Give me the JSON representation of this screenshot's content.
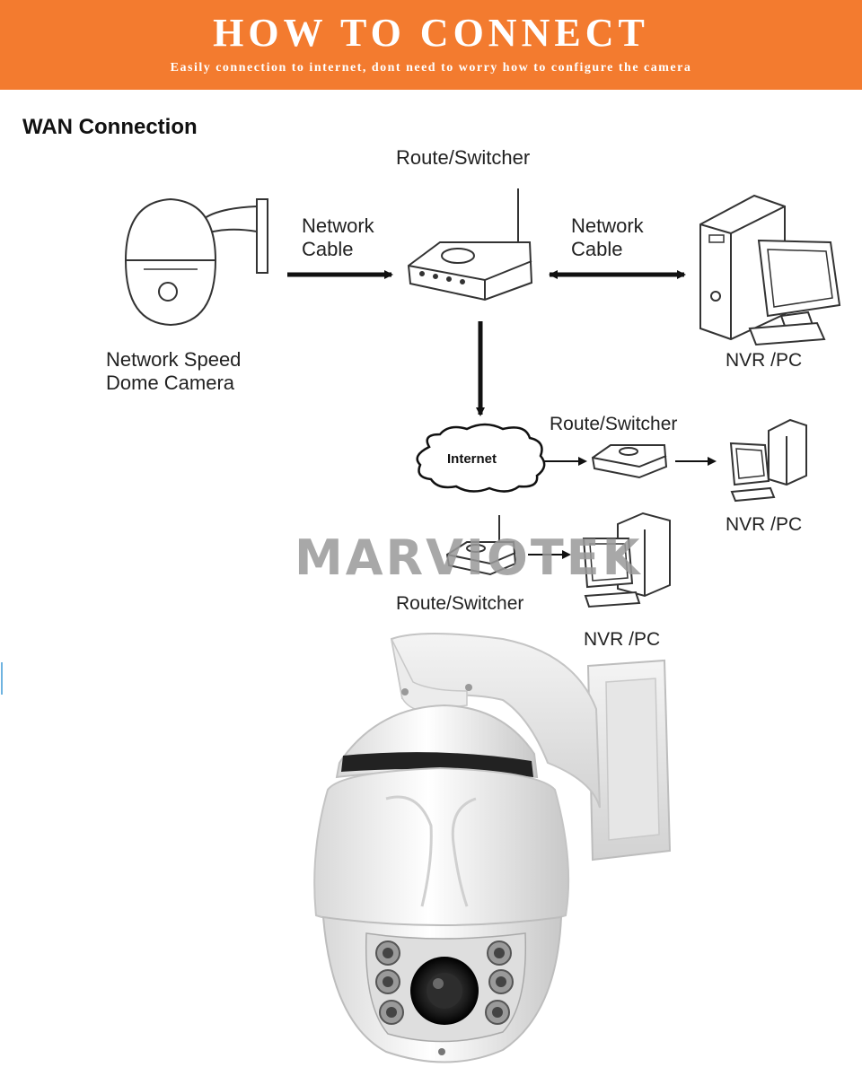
{
  "header": {
    "title": "HOW TO CONNECT",
    "subtitle": "Easily connection to internet, dont need to worry how to configure the camera",
    "color": "#f37b2f"
  },
  "diagram": {
    "section_title": "WAN Connection",
    "top_router_label": "Route/Switcher",
    "cable_left_label": "Network\nCable",
    "cable_right_label": "Network\nCable",
    "camera_label": "Network Speed\nDome Camera",
    "nvr_top_label": "NVR /PC",
    "internet_label": "Internet",
    "mid_router_label": "Route/Switcher",
    "nvr_mid_label": "NVR /PC",
    "bottom_router_label": "Route/Switcher",
    "nvr_bottom_label": "NVR /PC"
  },
  "watermark": "MARVIOTEK",
  "icons": [
    "dome-camera-icon",
    "wireless-router-icon",
    "desktop-pc-icon",
    "internet-cloud-icon",
    "arrow-icon"
  ],
  "product_photo": "ptz-dome-camera-photo"
}
